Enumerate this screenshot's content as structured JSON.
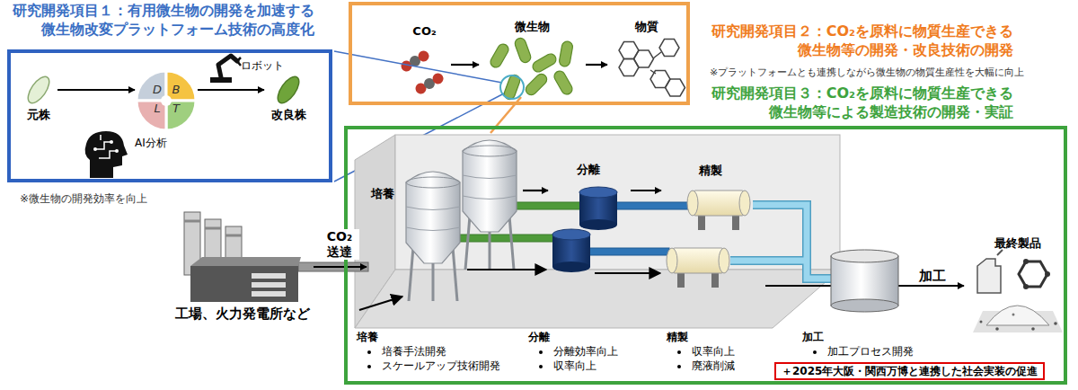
{
  "diagram": {
    "nodes": [
      {
        "text": [
          "研究開発項目１：有用微生物の開発を加速する 微生物改変プラットフォーム技術の高度化"
        ]
      },
      {
        "text": [
          "元株"
        ],
        "in": 0
      },
      {
        "text": [
          "D",
          "B",
          "L",
          "T"
        ],
        "in": 0
      },
      {
        "text": [
          "改良株"
        ],
        "in": 0
      },
      {
        "text": [
          "研究開発項目２：CO₂を原料に物質生産できる 微生物等の開発・改良技術の開発"
        ]
      },
      {
        "text": [
          "CO₂"
        ],
        "in": 4
      },
      {
        "text": [
          "微生物"
        ],
        "in": 4
      },
      {
        "text": [
          "物質"
        ],
        "in": 4
      },
      {
        "text": [
          "研究開発項目３：CO₂を原料に物質生産できる 微生物等による製造技術の開発・実証"
        ]
      },
      {
        "text": [
          "培養"
        ],
        "in": 8
      },
      {
        "text": [
          "分離"
        ],
        "in": 8
      },
      {
        "text": [
          "精製"
        ],
        "in": 8
      },
      {
        "text": [
          "＋2025年大阪・関西万博と連携した社会実装の促進"
        ],
        "in": 8
      },
      {
        "text": [
          "工場、火力発電所など"
        ]
      },
      {
        "text": [
          "最終製品"
        ]
      }
    ],
    "edges": [
      {
        "from": 1,
        "to": 2,
        "arrow": "to"
      },
      {
        "from": 2,
        "to": 3,
        "arrow": "to"
      },
      {
        "from": 5,
        "to": 6,
        "arrow": "to"
      },
      {
        "from": 6,
        "to": 7,
        "arrow": "to"
      },
      {
        "from": 13,
        "to": 9,
        "label": "CO₂ 送達",
        "arrow": "to"
      },
      {
        "from": 9,
        "to": 10,
        "arrow": "to"
      },
      {
        "from": 10,
        "to": 11,
        "arrow": "to"
      },
      {
        "from": 11,
        "to": 14,
        "label": "加工",
        "arrow": "to"
      }
    ],
    "labels": [
      "ロボット",
      "AI分析",
      "※微生物の開発効率を向上",
      "※プラットフォームとも連携しながら微生物の物質生産性を大幅に向上",
      "培養",
      "培養手法開発",
      "スケールアップ技術開発",
      "分離",
      "分離効率向上",
      "収率向上",
      "精製",
      "収率向上",
      "廃液削減",
      "加工",
      "加工プロセス開発"
    ]
  }
}
